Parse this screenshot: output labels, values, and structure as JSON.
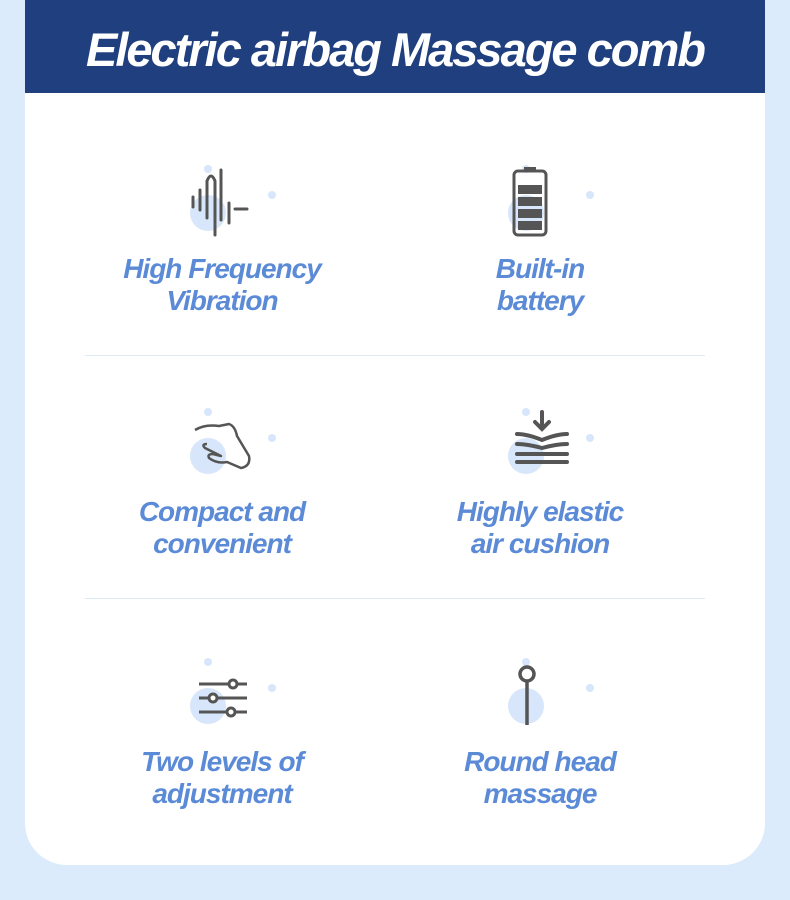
{
  "header": {
    "title": "Electric airbag Massage comb"
  },
  "features": [
    {
      "icon": "sound-wave-icon",
      "line1": "High Frequency",
      "line2": "Vibration"
    },
    {
      "icon": "battery-icon",
      "line1": "Built-in",
      "line2": "battery"
    },
    {
      "icon": "hand-pinch-icon",
      "line1": "Compact and",
      "line2": "convenient"
    },
    {
      "icon": "cushion-press-icon",
      "line1": "Highly elastic",
      "line2": "air cushion"
    },
    {
      "icon": "sliders-icon",
      "line1": "Two levels of",
      "line2": "adjustment"
    },
    {
      "icon": "round-head-pin-icon",
      "line1": "Round head",
      "line2": "massage"
    }
  ]
}
